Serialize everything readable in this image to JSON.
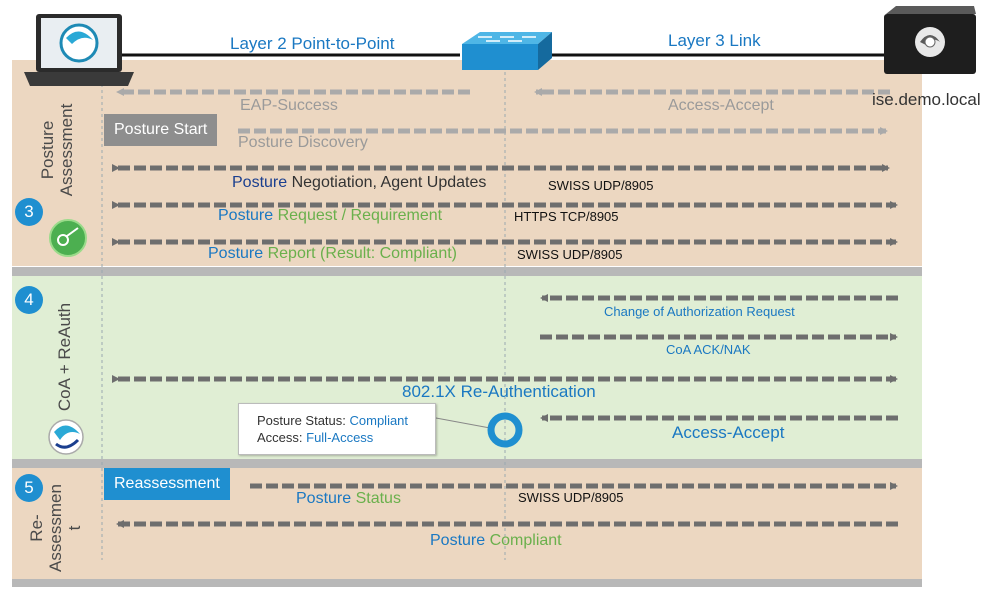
{
  "top": {
    "layer2_label": "Layer 2 Point-to-Point",
    "layer3_label": "Layer 3 Link",
    "server_label": "ise.demo.local"
  },
  "sections": {
    "posture": {
      "number": "3",
      "title": "Posture\nAssessment"
    },
    "coa": {
      "number": "4",
      "title": "CoA + ReAuth"
    },
    "reassess": {
      "number": "5",
      "title": "Re-\nAssessmen\nt"
    }
  },
  "buttons": {
    "posture_start": "Posture Start",
    "reassessment": "Reassessment"
  },
  "messages": {
    "eap_success": "EAP-Success",
    "access_accept_top": "Access-Accept",
    "posture_discovery": "Posture Discovery",
    "negotiation_a": "Posture",
    "negotiation_b": " Negotiation, Agent Updates",
    "request_a": "Posture",
    "request_b": " Request / Requirement",
    "report_a": "Posture",
    "report_b": " Report (Result: Compliant)",
    "coa_request": "Change of Authorization Request",
    "coa_ack": "CoA ACK/NAK",
    "reauth": "802.1X Re-Authentication",
    "access_accept_mid": "Access-Accept",
    "status_a": "Posture",
    "status_b": " Status",
    "compliant_a": "Posture",
    "compliant_b": " Compliant"
  },
  "protocols": {
    "p1": "SWISS UDP/8905",
    "p2": "HTTPS TCP/8905",
    "p3": "SWISS UDP/8905",
    "p4": "SWISS UDP/8905"
  },
  "status_box": {
    "status_label": "Posture Status: ",
    "status_value": "Compliant",
    "access_label": "Access: ",
    "access_value": "Full-Access"
  },
  "colors": {
    "band_peach": "#ecd7c1",
    "band_green": "#e0eed4",
    "accent_blue": "#1a78c2",
    "accent_green": "#6ab04c",
    "arrow_grey": "#6e6e6e"
  }
}
